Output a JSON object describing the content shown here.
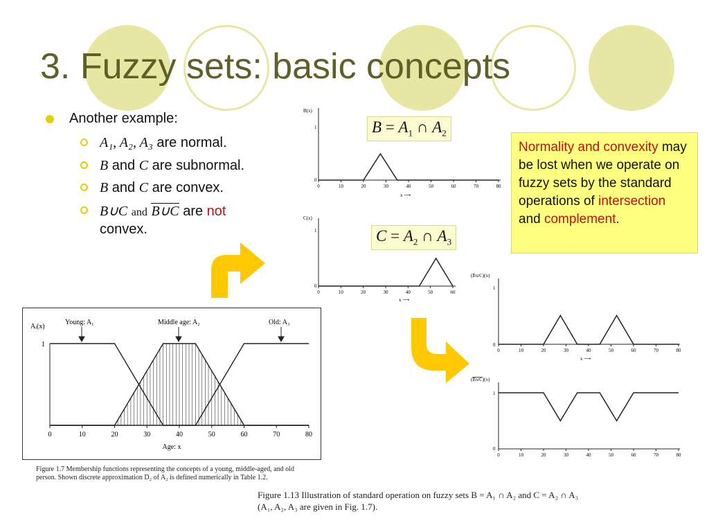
{
  "slide": {
    "title": "3. Fuzzy sets: basic concepts",
    "bullets": {
      "main": "Another example:",
      "sub1_vars": "A₁, A₂, A₃",
      "sub1_text": " are normal.",
      "sub2_b": "B",
      "sub2_and": " and ",
      "sub2_c": "C",
      "sub2_text": " are subnormal.",
      "sub3_b": "B",
      "sub3_and": " and ",
      "sub3_c": "C",
      "sub3_text": " are convex.",
      "sub4_union": "B∪C",
      "sub4_and": "and",
      "sub4_union_bar": "B∪C",
      "sub4_are": " are ",
      "sub4_not": "not",
      "sub4_convex": "convex."
    },
    "note": {
      "part1": "Normality and convexity",
      "part2": " may be lost when we operate on fuzzy sets by the standard operations of ",
      "part3": "intersection",
      "part4": " and ",
      "part5": "complement",
      "part6": "."
    },
    "eq_b": {
      "lhs": "B",
      "eq": " = ",
      "a1": "A",
      "s1": "1",
      "op": " ∩ ",
      "a2": "A",
      "s2": "2"
    },
    "eq_c": {
      "lhs": "C",
      "eq": " = ",
      "a1": "A",
      "s1": "2",
      "op": " ∩ ",
      "a2": "A",
      "s2": "3"
    },
    "colors": {
      "title": "#5f5f2a",
      "accent": "#e2d100",
      "circle": "#e7e7a3",
      "highlight": "#c01010",
      "note_bg": "#ffff80",
      "arrow": "#ffc800"
    }
  },
  "fig17": {
    "ylabel": "Aᵢ(x)",
    "y_tick_1": "1",
    "labels": {
      "young": "Young: A₁",
      "middle": "Middle age: A₂",
      "old": "Old: A₃"
    },
    "xticks": [
      "0",
      "10",
      "20",
      "30",
      "40",
      "50",
      "60",
      "70",
      "80"
    ],
    "xlabel": "Age: x",
    "caption": "Figure 1.7   Membership functions representing the concepts of a young, middle-aged, and old person. Shown discrete approximation D₂ of A₂ is defined numerically in Table 1.2."
  },
  "fig113": {
    "caption_l1": "Figure 1.13   Illustration of standard operation on fuzzy sets B = A₁ ∩ A₂ and C = A₂ ∩ A₃",
    "caption_l2": "(A₁, A₂, A₃ are given in Fig. 1.7)."
  },
  "chart_data": [
    {
      "type": "line",
      "title": "",
      "xlabel": "Age: x",
      "ylabel": "Aᵢ(x)",
      "xlim": [
        0,
        80
      ],
      "ylim": [
        0,
        1
      ],
      "series": [
        {
          "name": "Young: A₁",
          "x": [
            0,
            20,
            35,
            80
          ],
          "y": [
            1,
            1,
            0,
            0
          ]
        },
        {
          "name": "Middle age: A₂",
          "x": [
            0,
            20,
            35,
            45,
            60,
            80
          ],
          "y": [
            0,
            0,
            1,
            1,
            0,
            0
          ]
        },
        {
          "name": "Old: A₃",
          "x": [
            0,
            45,
            60,
            80
          ],
          "y": [
            0,
            0,
            1,
            1
          ]
        }
      ]
    },
    {
      "type": "line",
      "xlabel": "x",
      "ylabel": "B(x)",
      "xticks": [
        "0",
        "10",
        "20",
        "30",
        "40",
        "50",
        "60",
        "70",
        "80"
      ],
      "xlim": [
        0,
        80
      ],
      "ylim": [
        0,
        1
      ],
      "series": [
        {
          "x": [
            0,
            20,
            27.5,
            35,
            80
          ],
          "y": [
            0,
            0,
            0.5,
            0,
            0
          ]
        }
      ]
    },
    {
      "type": "line",
      "xlabel": "x",
      "ylabel": "C(x)",
      "xticks": [
        "0",
        "10",
        "20",
        "30",
        "40",
        "50",
        "60"
      ],
      "xlim": [
        0,
        60
      ],
      "ylim": [
        0,
        1
      ],
      "series": [
        {
          "x": [
            0,
            45,
            52.5,
            60
          ],
          "y": [
            0,
            0,
            0.5,
            0
          ]
        }
      ]
    },
    {
      "type": "line",
      "xlabel": "x",
      "ylabel": "(B∪C)(x)",
      "xticks": [
        "0",
        "10",
        "20",
        "30",
        "40",
        "50",
        "60",
        "70",
        "80"
      ],
      "xlim": [
        0,
        80
      ],
      "ylim": [
        0,
        1
      ],
      "series": [
        {
          "x": [
            0,
            20,
            27.5,
            35,
            45,
            52.5,
            60,
            80
          ],
          "y": [
            0,
            0,
            0.5,
            0,
            0,
            0.5,
            0,
            0
          ]
        }
      ]
    },
    {
      "type": "line",
      "xlabel": "x",
      "ylabel": "(B∪C)̅(x)",
      "xticks": [
        "0",
        "10",
        "20",
        "30",
        "40",
        "50",
        "60",
        "70",
        "80"
      ],
      "xlim": [
        0,
        80
      ],
      "ylim": [
        0,
        1
      ],
      "series": [
        {
          "x": [
            0,
            20,
            27.5,
            35,
            45,
            52.5,
            60,
            80
          ],
          "y": [
            1,
            1,
            0.5,
            1,
            1,
            0.5,
            1,
            1
          ]
        }
      ]
    }
  ]
}
